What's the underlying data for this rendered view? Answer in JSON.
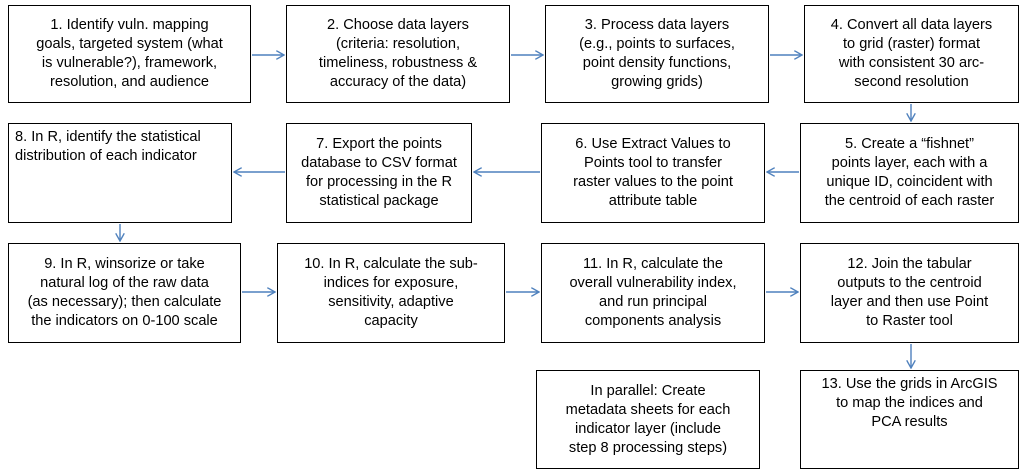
{
  "steps": {
    "s1": "1. Identify vuln. mapping\ngoals, targeted system (what\nis vulnerable?), framework,\nresolution, and audience",
    "s2": "2. Choose data layers\n(criteria: resolution,\ntimeliness, robustness &\naccuracy of the data)",
    "s3": "3. Process data layers\n(e.g., points to surfaces,\npoint density functions,\ngrowing grids)",
    "s4": "4. Convert all data layers\nto grid (raster) format\nwith consistent 30 arc-\nsecond resolution",
    "s5": "5. Create a “fishnet”\npoints layer, each with a\nunique ID, coincident with\nthe centroid of each raster",
    "s6": "6. Use Extract Values to\nPoints tool to transfer\nraster values to the point\nattribute table",
    "s7": "7. Export the points\ndatabase to CSV format\nfor processing in  the R\nstatistical package",
    "s8": "8. In R, identify the statistical\ndistribution of each indicator",
    "s9": "9. In R, winsorize or take\nnatural log  of the raw data\n(as necessary); then calculate\nthe indicators on 0-100 scale",
    "s10": "10. In R, calculate the sub-\nindices for exposure,\nsensitivity, adaptive\ncapacity",
    "s11": "11. In R, calculate the\noverall vulnerability index,\nand run principal\ncomponents analysis",
    "s12": "12. Join the tabular\noutputs to the centroid\nlayer and then use Point\nto Raster tool",
    "s13": "13. Use the grids in ArcGIS\nto map the indices and\nPCA results",
    "parallel": "In parallel: Create\nmetadata sheets for each\nindicator layer (include\nstep 8 processing steps)"
  },
  "colors": {
    "arrow": "#4f81bd",
    "border": "#000000"
  }
}
